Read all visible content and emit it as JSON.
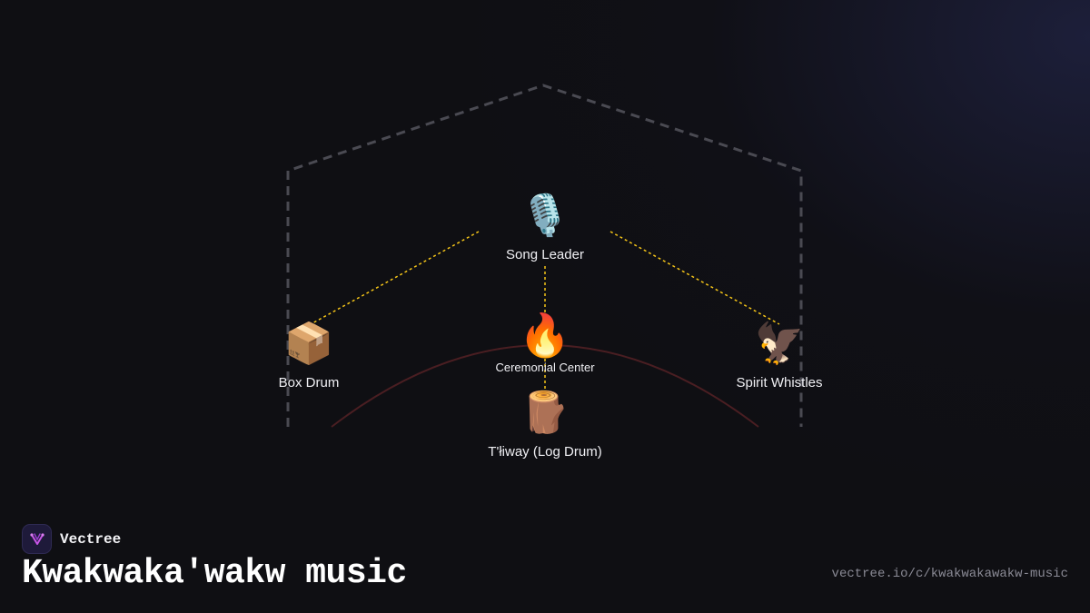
{
  "diagram": {
    "nodes": [
      {
        "id": "song-leader",
        "emoji": "🎙️",
        "label": "Song Leader"
      },
      {
        "id": "box-drum",
        "emoji": "📦",
        "label": "Box Drum"
      },
      {
        "id": "ceremonial-center",
        "emoji": "🔥",
        "label": "Ceremonial Center"
      },
      {
        "id": "spirit-whistles",
        "emoji": "🦅",
        "label": "Spirit Whistles"
      },
      {
        "id": "log-drum",
        "emoji": "🪵",
        "label": "T'łiway (Log Drum)"
      }
    ],
    "edges": [
      {
        "from": "song-leader",
        "to": "box-drum"
      },
      {
        "from": "song-leader",
        "to": "spirit-whistles"
      },
      {
        "from": "song-leader",
        "to": "log-drum"
      }
    ],
    "colors": {
      "edge": "#f5c518",
      "outline": "#4a4a52",
      "arc": "#4a1e22"
    }
  },
  "brand": {
    "name": "Vectree",
    "logo_icon": "vectree-fork-icon",
    "logo_color": "#c855e8"
  },
  "title": "Kwakwaka'wakw music",
  "source_url": "vectree.io/c/kwakwakawakw-music"
}
